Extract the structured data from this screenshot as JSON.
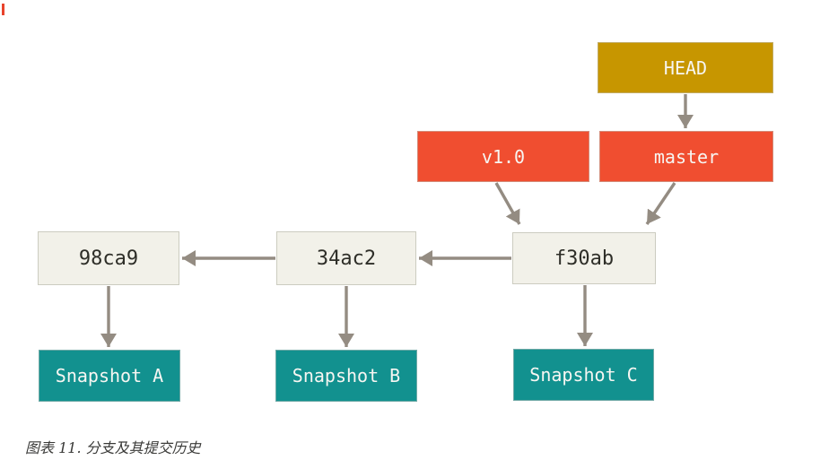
{
  "figure": {
    "refs": [
      {
        "id": "head",
        "label": "HEAD"
      },
      {
        "id": "v1",
        "label": "v1.0"
      },
      {
        "id": "master",
        "label": "master"
      }
    ],
    "commits": [
      {
        "id": "98ca9"
      },
      {
        "id": "34ac2"
      },
      {
        "id": "f30ab"
      }
    ],
    "snapshots": [
      {
        "label": "Snapshot A"
      },
      {
        "label": "Snapshot B"
      },
      {
        "label": "Snapshot C"
      }
    ],
    "arrows": [
      {
        "from": "HEAD",
        "to": "master"
      },
      {
        "from": "master",
        "to": "f30ab"
      },
      {
        "from": "v1.0",
        "to": "f30ab"
      },
      {
        "from": "f30ab",
        "to": "34ac2"
      },
      {
        "from": "34ac2",
        "to": "98ca9"
      },
      {
        "from": "98ca9",
        "to": "Snapshot A"
      },
      {
        "from": "34ac2",
        "to": "Snapshot B"
      },
      {
        "from": "f30ab",
        "to": "Snapshot C"
      }
    ],
    "colors": {
      "head_fill": "#c79600",
      "branch_fill": "#f04e30",
      "commit_fill": "#f2f1e9",
      "commit_border": "#ccccc0",
      "snapshot_fill": "#12918f",
      "arrow": "#948c82",
      "commit_text": "#2e2e28",
      "ref_text": "#f7f6f2",
      "background": "#ffffff"
    }
  },
  "caption": {
    "text": "图表 11. 分支及其提交历史"
  }
}
